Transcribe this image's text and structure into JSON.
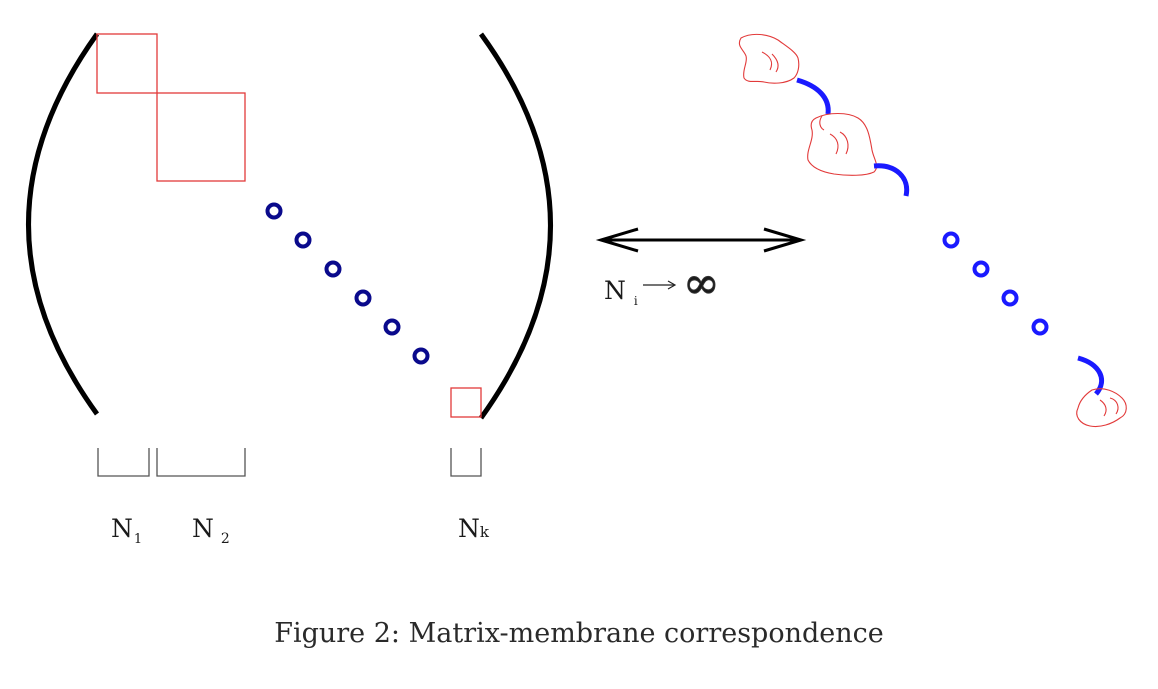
{
  "diagram": {
    "block_labels": {
      "n1": {
        "base": "N",
        "sub": "1"
      },
      "n2": {
        "base": "N",
        "sub": "2"
      },
      "nk": {
        "base": "N",
        "sub": "k"
      }
    },
    "limit_label": {
      "base": "N",
      "sub": "i",
      "infinity": "∞"
    }
  },
  "caption": "Figure 2: Matrix-membrane correspondence",
  "colors": {
    "bracket": "#000000",
    "block": "#e23a3a",
    "matrix_dots": "#0a0a8c",
    "membrane_dots": "#1a1aff",
    "link": "#1a1aff",
    "underbrace": "#555555"
  }
}
